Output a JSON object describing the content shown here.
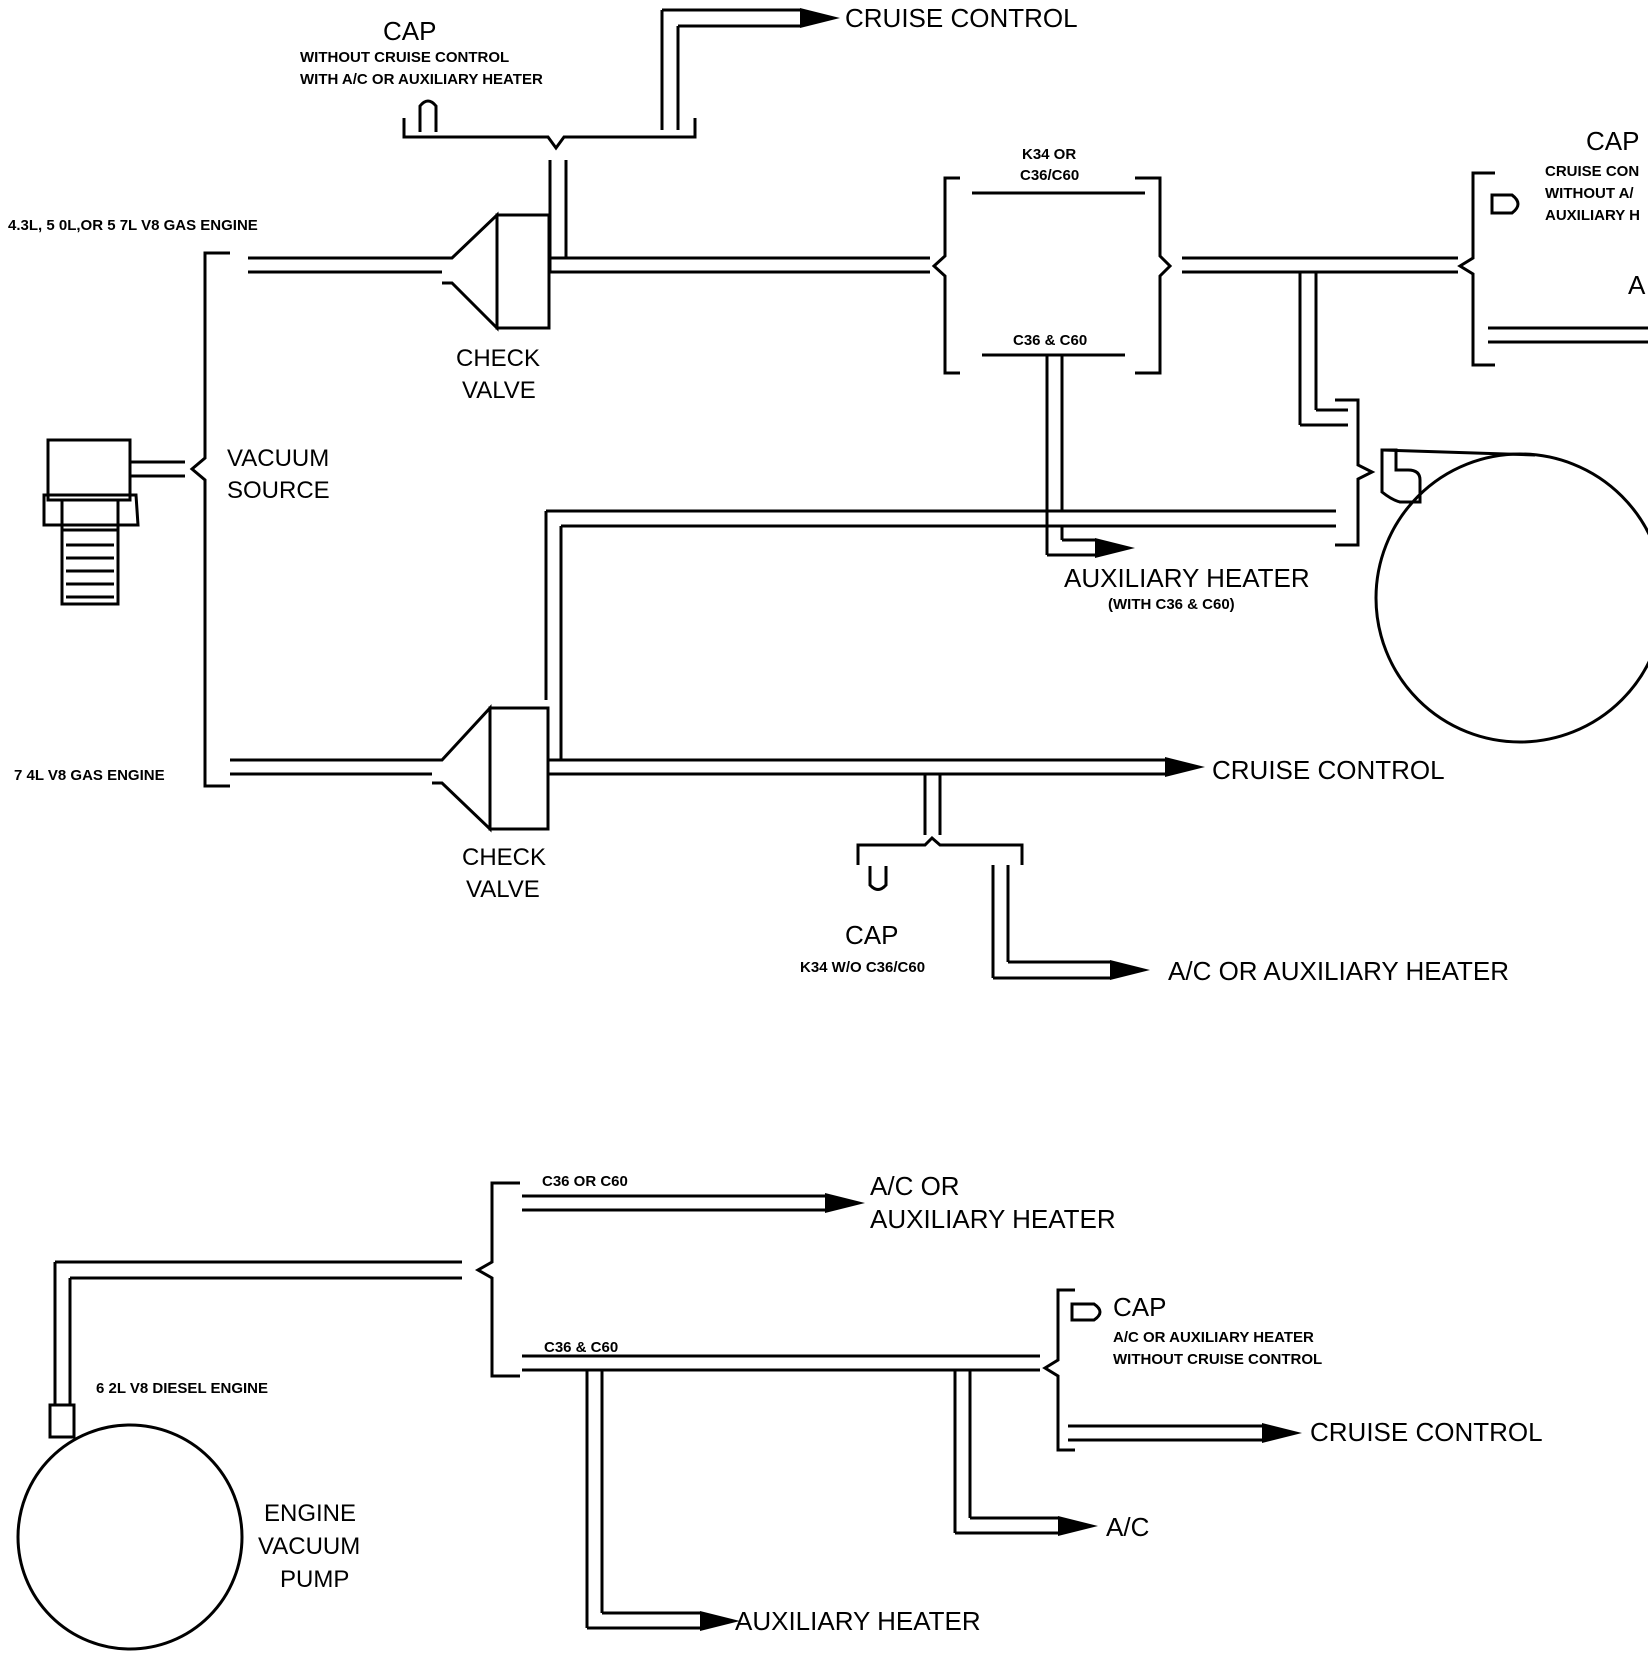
{
  "labels": {
    "cap_top": "CAP",
    "cap_top_note_1": "WITHOUT CRUISE CONTROL",
    "cap_top_note_2": "WITH A/C OR AUXILIARY HEATER",
    "cruise_control_top": "CRUISE CONTROL",
    "gas_engine_small": "4.3L, 5 0L,OR 5 7L V8 GAS ENGINE",
    "check_valve_upper_1": "CHECK",
    "check_valve_upper_2": "VALVE",
    "k34_1": "K34 OR",
    "k34_2": "C36/C60",
    "c36_c60_upper": "C36 & C60",
    "cap_right": "CAP",
    "cap_right_note_1": "CRUISE CON",
    "cap_right_note_2": "WITHOUT A/",
    "cap_right_note_3": "AUXILIARY H",
    "a_right": "A",
    "vacuum_source_1": "VACUUM",
    "vacuum_source_2": "SOURCE",
    "aux_heater_mid": "AUXILIARY HEATER",
    "aux_heater_mid_note": "(WITH C36 & C60)",
    "gas_engine_big": "7 4L V8 GAS ENGINE",
    "check_valve_lower_1": "CHECK",
    "check_valve_lower_2": "VALVE",
    "cruise_control_mid": "CRUISE CONTROL",
    "cap_mid": "CAP",
    "cap_mid_note": "K34 W/O C36/C60",
    "ac_aux_mid": "A/C OR AUXILIARY HEATER",
    "c36_or_c60": "C36 OR C60",
    "ac_or_1": "A/C OR",
    "ac_or_2": "AUXILIARY HEATER",
    "cap_lower": "CAP",
    "cap_lower_note_1": "A/C OR AUXILIARY HEATER",
    "cap_lower_note_2": "WITHOUT CRUISE CONTROL",
    "c36_c60_lower": "C36 & C60",
    "diesel_engine": "6 2L V8 DIESEL ENGINE",
    "cruise_control_lower": "CRUISE CONTROL",
    "ac_lower": "A/C",
    "engine_vacuum_pump_1": "ENGINE",
    "engine_vacuum_pump_2": "VACUUM",
    "engine_vacuum_pump_3": "PUMP",
    "aux_heater_lower": "AUXILIARY HEATER"
  }
}
